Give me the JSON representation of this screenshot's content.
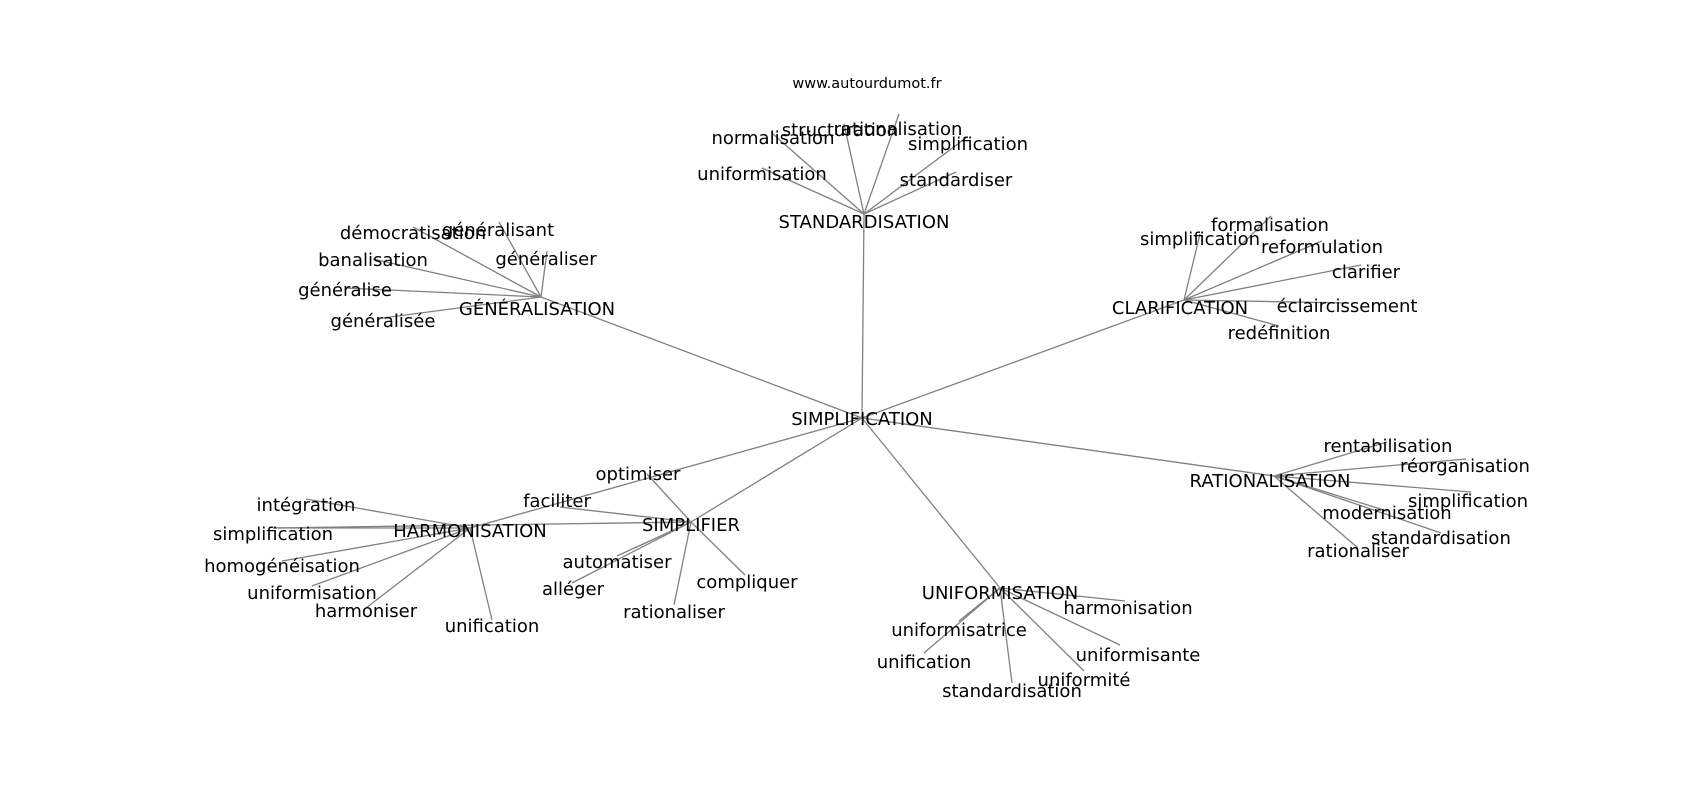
{
  "source_label": "www.autourdumot.fr",
  "edge_color": "#808080",
  "text_color": "#000000",
  "center": {
    "label": "SIMPLIFICATION"
  },
  "hubs": [
    {
      "id": "standardisation",
      "label": "STANDARDISATION",
      "leaves": [
        "normalisation",
        "structuration",
        "rationalisation",
        "simplification",
        "uniformisation",
        "standardiser"
      ]
    },
    {
      "id": "generalisation",
      "label": "GÉNÉRALISATION",
      "leaves": [
        "démocratisation",
        "généralisant",
        "généraliser",
        "banalisation",
        "généralise",
        "généralisée"
      ]
    },
    {
      "id": "clarification",
      "label": "CLARIFICATION",
      "leaves": [
        "formalisation",
        "simplification",
        "reformulation",
        "clarifier",
        "éclaircissement",
        "redéfinition"
      ]
    },
    {
      "id": "rationalisation",
      "label": "RATIONALISATION",
      "leaves": [
        "rentabilisation",
        "réorganisation",
        "simplification",
        "modernisation",
        "standardisation",
        "rationaliser"
      ]
    },
    {
      "id": "simplifier",
      "label": "SIMPLIFIER",
      "leaves": [
        "optimiser",
        "faciliter",
        "automatiser",
        "alléger",
        "compliquer",
        "rationaliser"
      ]
    },
    {
      "id": "harmonisation",
      "label": "HARMONISATION",
      "leaves": [
        "intégration",
        "simplification",
        "homogénéisation",
        "uniformisation",
        "harmoniser",
        "unification"
      ]
    },
    {
      "id": "uniformisation",
      "label": "UNIFORMISATION",
      "leaves": [
        "harmonisation",
        "uniformisatrice",
        "unification",
        "uniformisante",
        "uniformité",
        "standardisation"
      ]
    }
  ],
  "cross_edges": [
    {
      "from_hub": "simplifier",
      "to_leaf": [
        "harmonisation",
        1
      ]
    }
  ]
}
